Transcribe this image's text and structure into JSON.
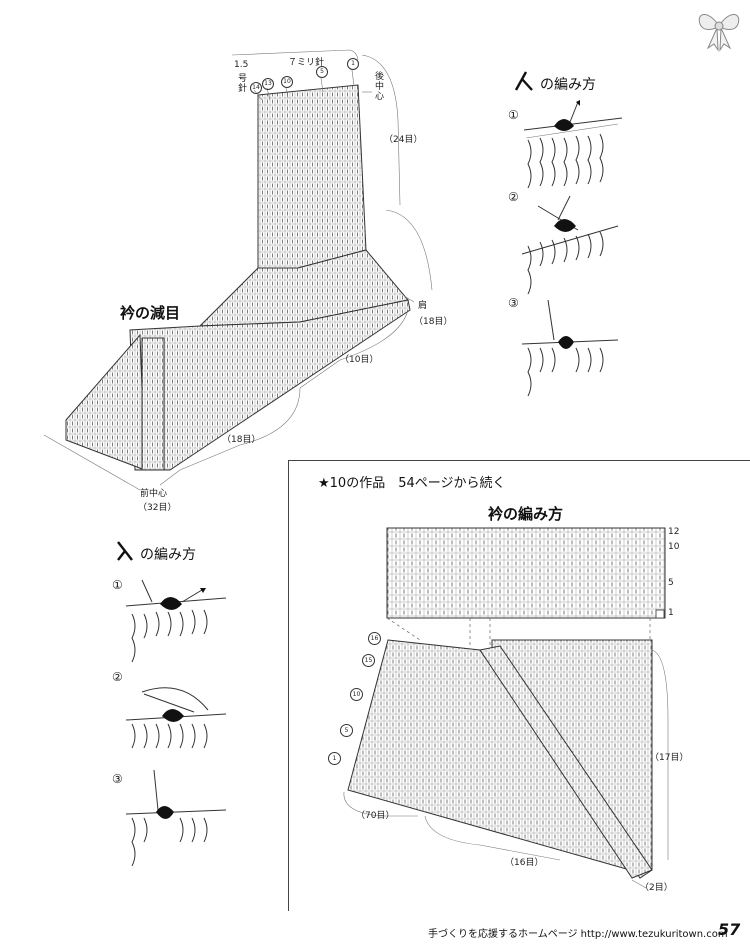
{
  "section_titles": {
    "collar_decrease": "衿の減目",
    "left_decrease_method": "の編み方",
    "right_decrease_method": "の編み方",
    "continued": "★10の作品　54ページから続く",
    "collar_method": "衿の編み方"
  },
  "needle_labels": {
    "needle_7mm": "７ミリ針",
    "needle_15": "1.5",
    "hook": "号",
    "hook2": "針",
    "back_center": "後中心",
    "shoulder": "肩",
    "front_center": "前中心"
  },
  "top_diagram": {
    "circle_labels": [
      "14",
      "13",
      "10",
      "5",
      "1"
    ],
    "measurements": [
      "（24目）",
      "（18目）",
      "（10目）",
      "（18目）",
      "（32目）"
    ]
  },
  "step_labels": [
    "①",
    "②",
    "③"
  ],
  "bottom_diagram": {
    "row_labels": [
      "12",
      "10",
      "5",
      "1"
    ],
    "circle_labels": [
      "16",
      "15",
      "10",
      "5",
      "1"
    ],
    "measurements": [
      "（17目）",
      "（70目）",
      "（16目）",
      "（2目）"
    ]
  },
  "footer": {
    "text": "手づくりを応援するホームページ  http://www.tezukuritown.com",
    "page": "57"
  }
}
